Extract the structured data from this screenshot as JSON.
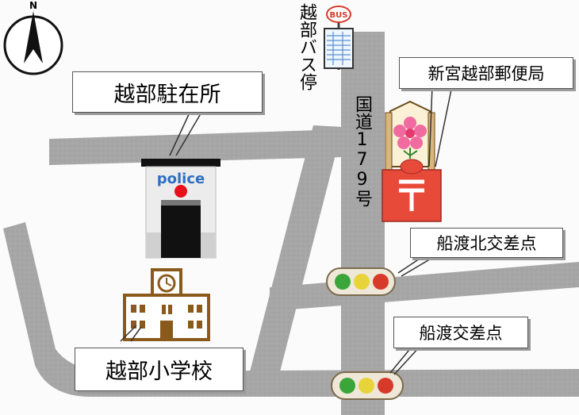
{
  "compass": {
    "north_label": "N"
  },
  "bus_sign": {
    "label": "BUS"
  },
  "labels": {
    "bus_stop": "越部バス停",
    "route": "国道179号",
    "police_box": "越部駐在所",
    "police_text": "police",
    "post_office": "新宮越部郵便局",
    "post_symbol": "〒",
    "school": "越部小学校",
    "north_crossing": "船渡北交差点",
    "crossing": "船渡交差点"
  },
  "colors": {
    "road": "#a8a8a8",
    "police_blue": "#2d6fc4",
    "post_red": "#e23a3a",
    "school_brown": "#8a5a1c",
    "signal_green": "#3aa63a",
    "signal_yellow": "#e8d43a",
    "signal_red": "#d83a2a"
  }
}
